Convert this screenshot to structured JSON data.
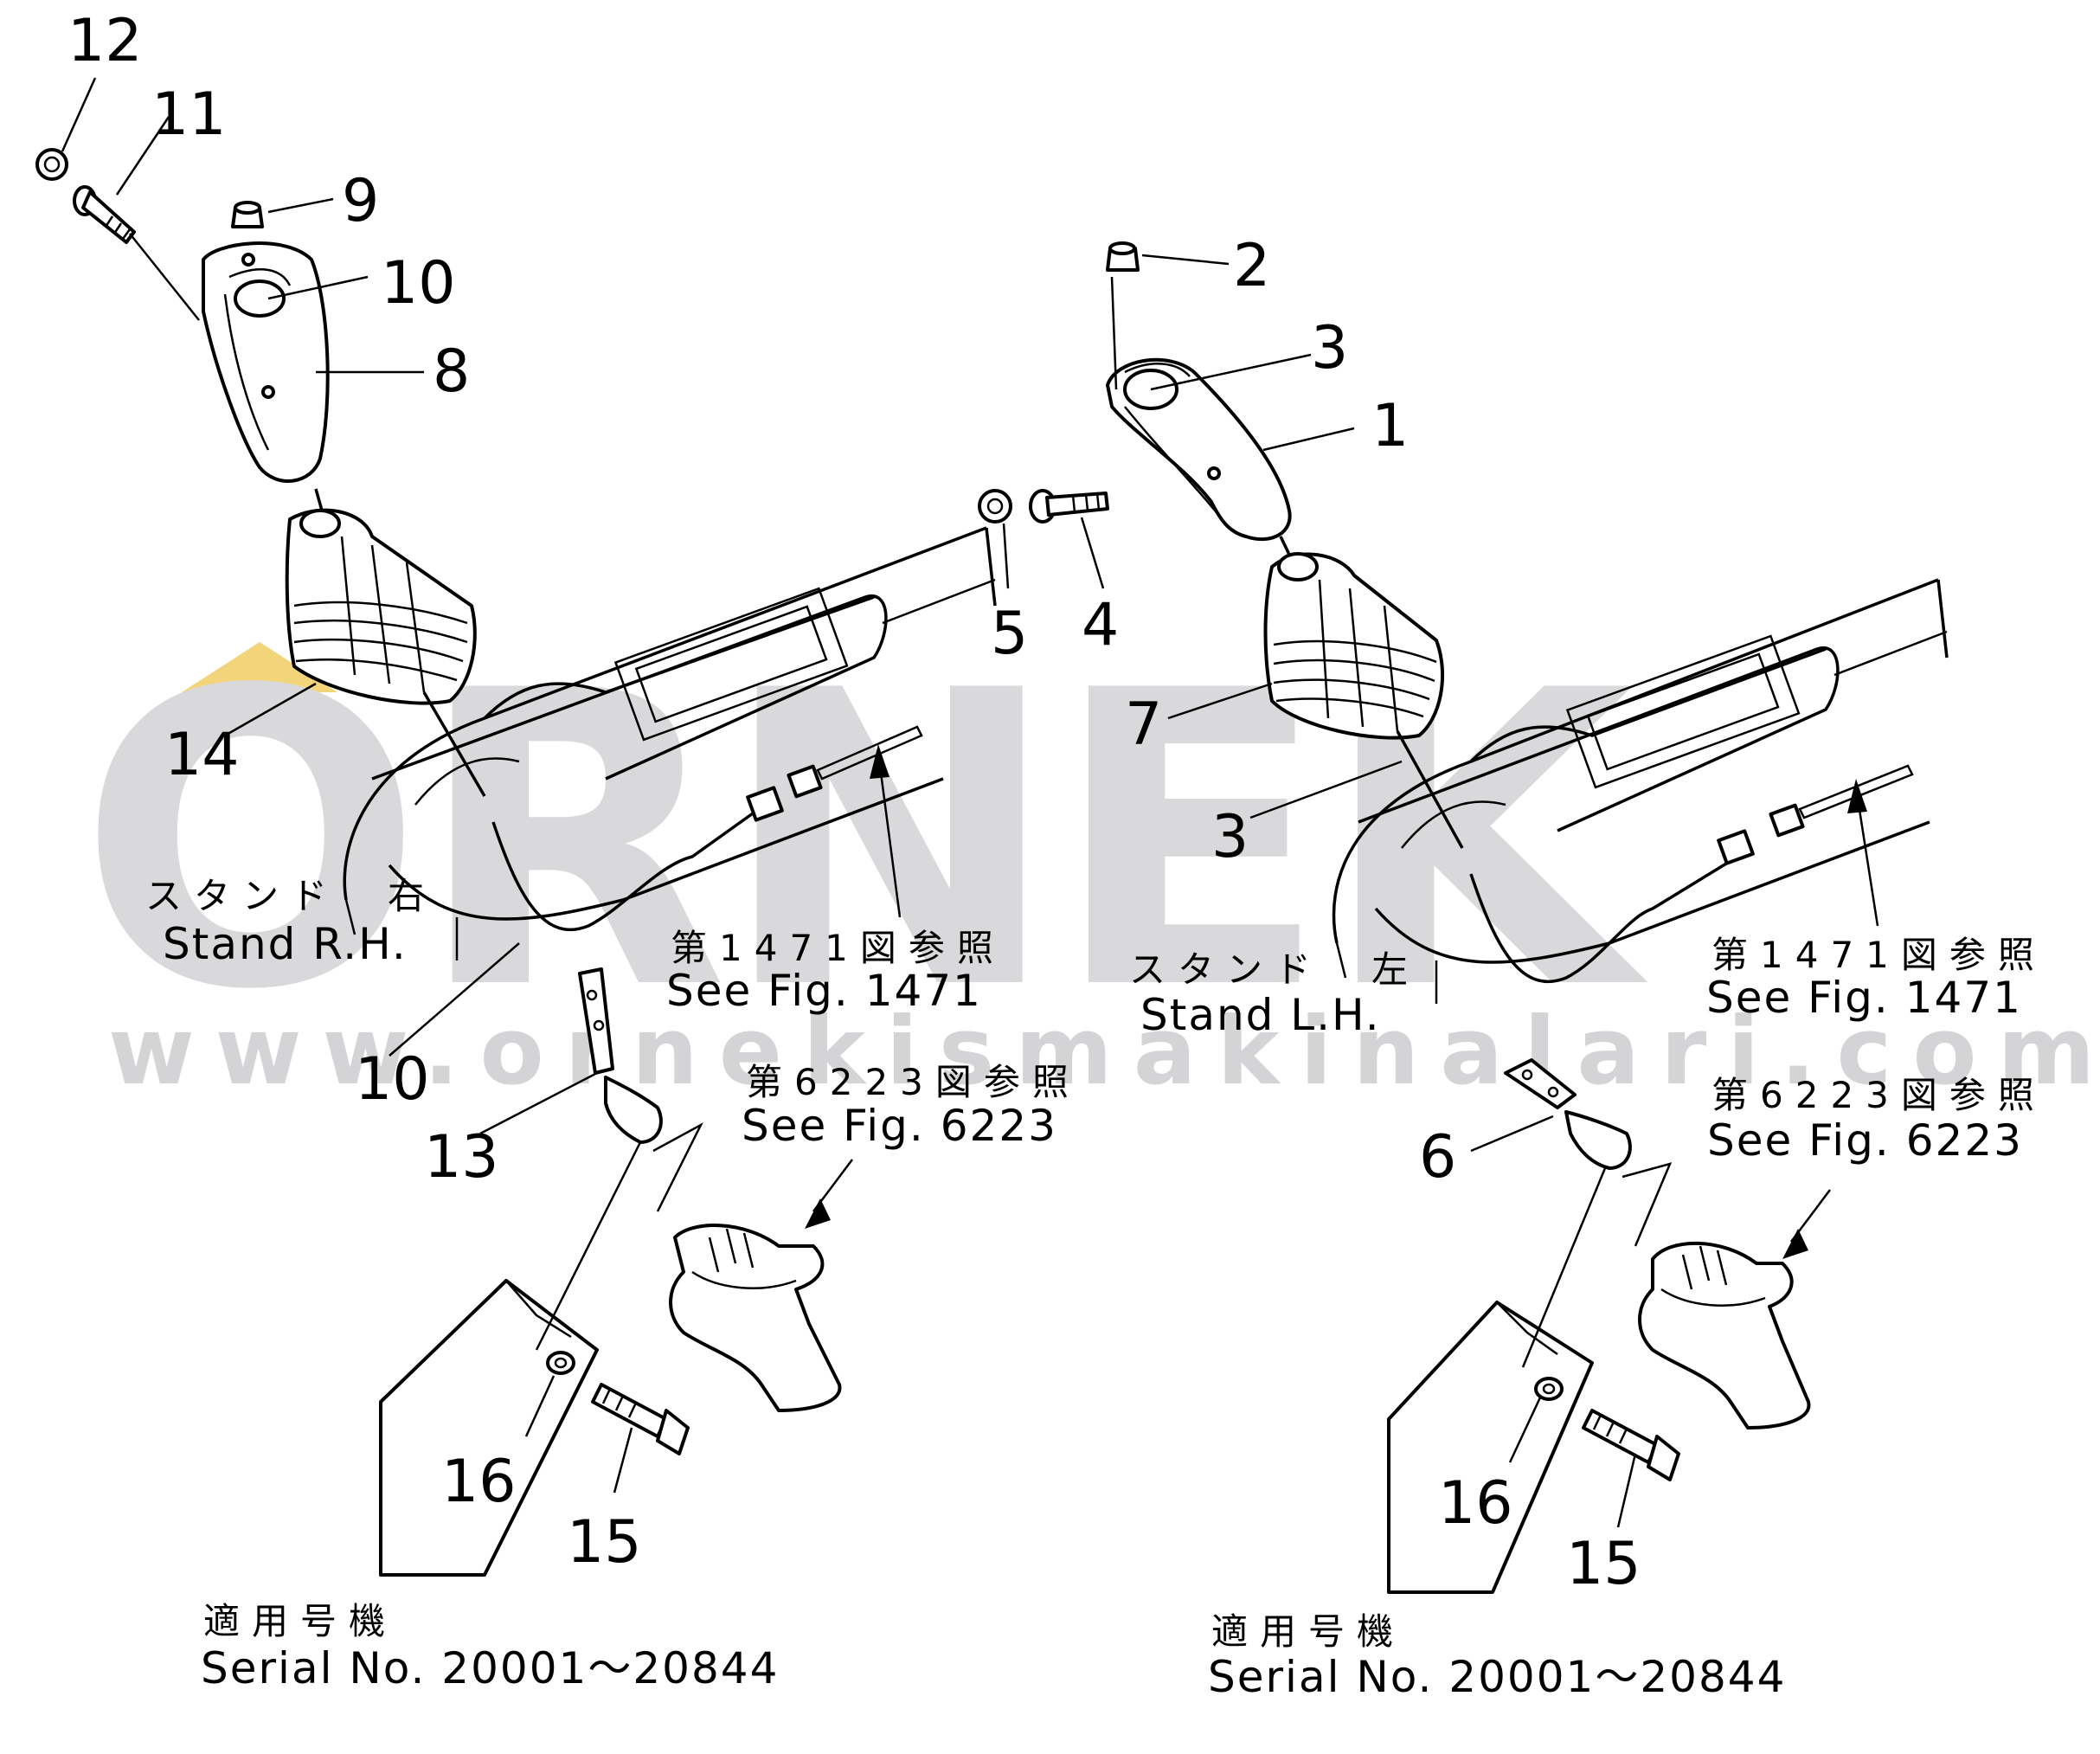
{
  "watermark": {
    "logo": "ORNEK",
    "url": "www.ornekismakinalari.com.tr"
  },
  "right_assembly": {
    "stand_jp": "スタンド　右",
    "stand_en": "Stand R.H.",
    "ref_1471_jp": "第1471図参照",
    "ref_1471_en": "See  Fig.  1471",
    "ref_6223_jp": "第6223図参照",
    "ref_6223_en": "See  Fig.  6223",
    "serial_jp": "適用号機",
    "serial_en": "Serial  No.  20001～20844",
    "callouts": [
      "12",
      "11",
      "9",
      "10",
      "8",
      "14",
      "10",
      "13",
      "16",
      "15"
    ]
  },
  "left_assembly": {
    "stand_jp": "スタンド　左",
    "stand_en": "Stand L.H.",
    "ref_1471_jp": "第1471図参照",
    "ref_1471_en": "See  Fig.  1471",
    "ref_6223_jp": "第6223図参照",
    "ref_6223_en": "See  Fig.  6223",
    "serial_jp": "適用号機",
    "serial_en": "Serial  No.  20001～20844",
    "callouts": [
      "2",
      "3",
      "1",
      "5",
      "4",
      "7",
      "3",
      "6",
      "16",
      "15"
    ]
  },
  "colors": {
    "watermark": "#d9d9dc",
    "accent": "#f2d47a",
    "ink": "#000000"
  }
}
